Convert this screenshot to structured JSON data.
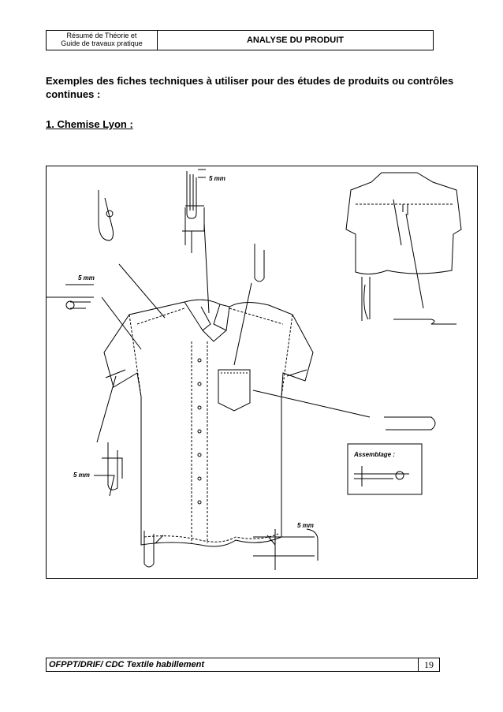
{
  "header": {
    "left_line1": "Résumé de Théorie et",
    "left_line2": "Guide de travaux pratique",
    "right": "ANALYSE DU PRODUIT"
  },
  "intro": "Exemples des fiches techniques  à utiliser pour des études de produits ou contrôles continues :",
  "section_title": "1. Chemise Lyon :",
  "figure": {
    "label_5mm_top": "5 mm",
    "label_5mm_left": "5 mm",
    "label_5mm_bottom_left": "5 mm",
    "label_5mm_bottom_right": "5 mm",
    "assemblage": "Assemblage :"
  },
  "footer": {
    "left": "OFPPT/DRIF/ CDC Textile habillement",
    "page": "19"
  }
}
